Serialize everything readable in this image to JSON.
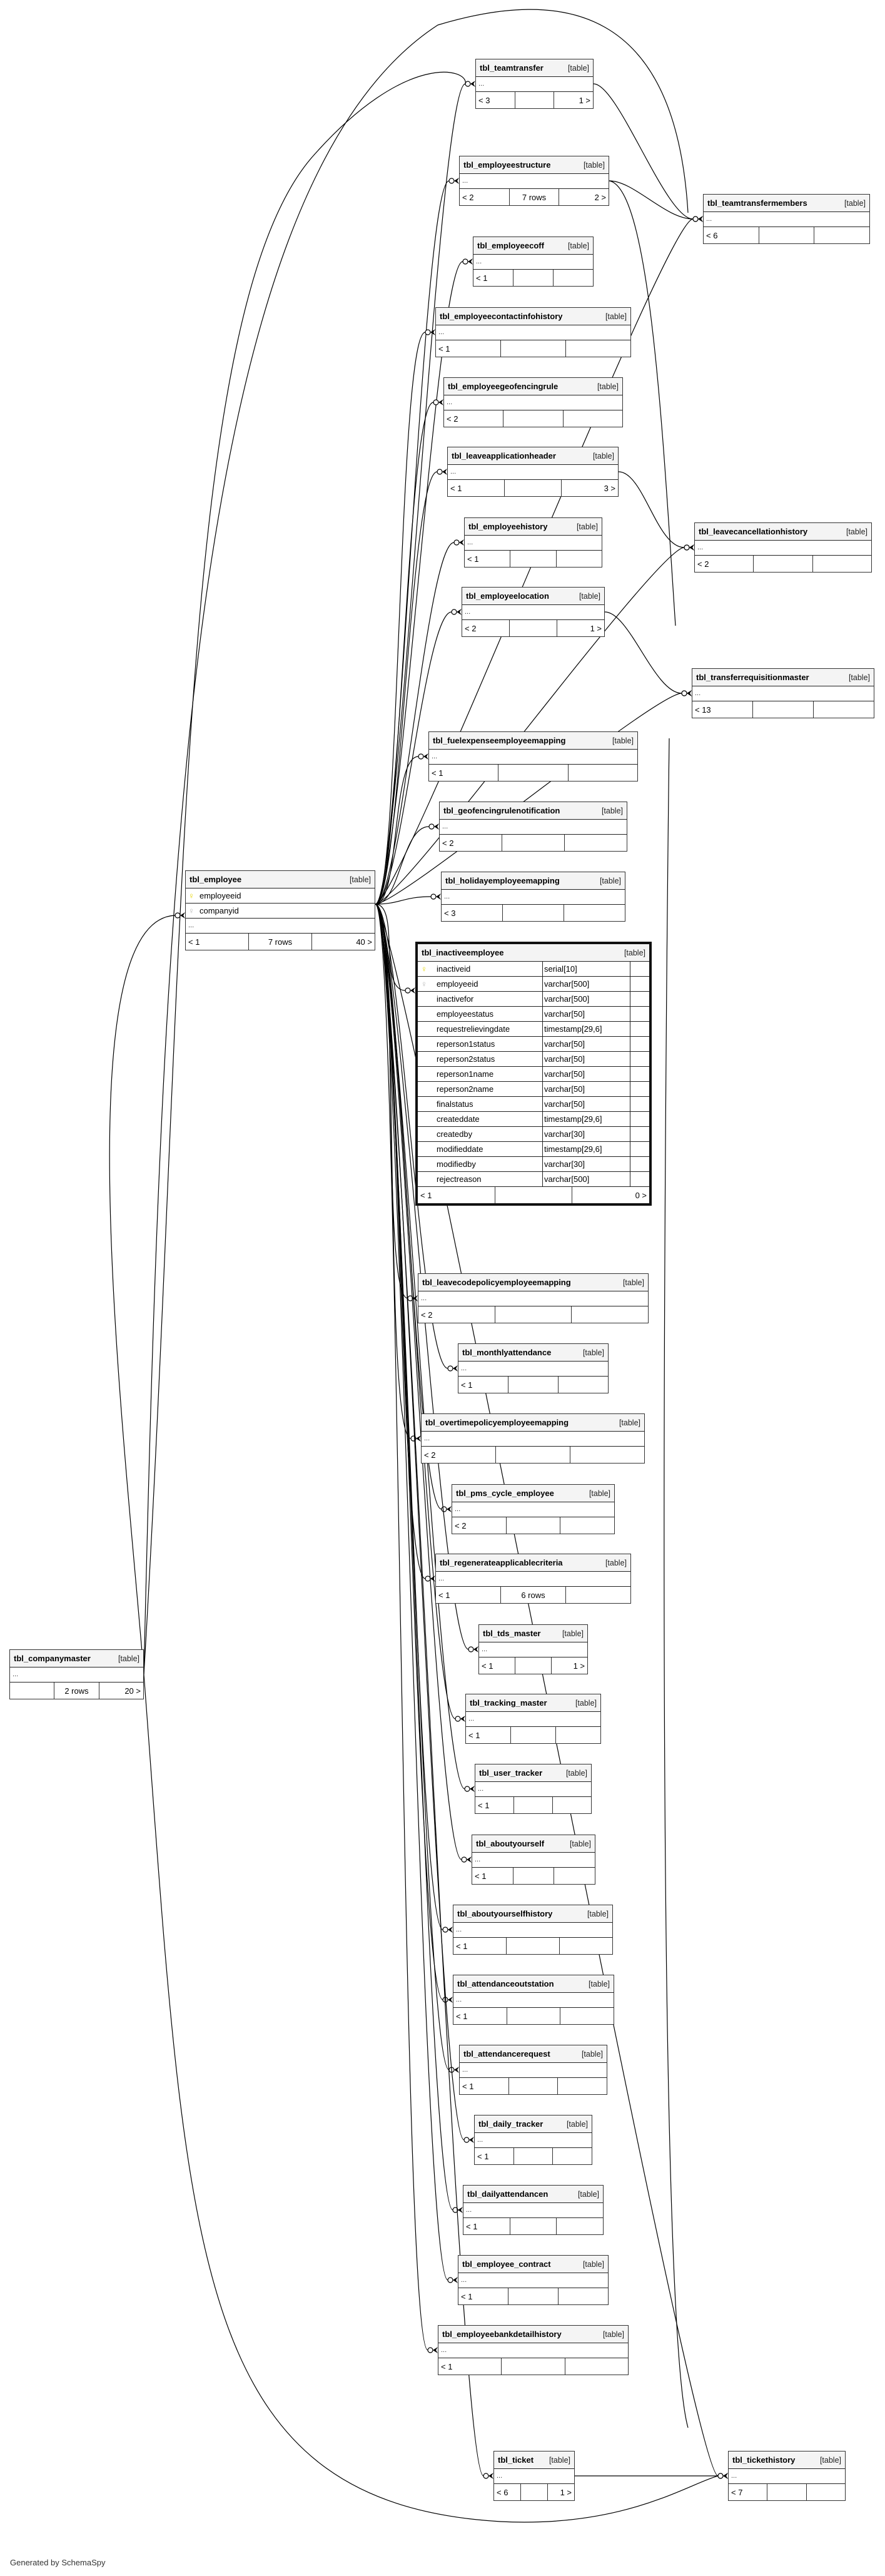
{
  "diagram": {
    "footer": "Generated by SchemaSpy",
    "table_kind_label": "[table]",
    "ellipsis": "...",
    "tables": [
      {
        "id": "tbl_teamtransfer",
        "name": "tbl_teamtransfer",
        "parents": "< 3",
        "rows": "",
        "children": "1 >"
      },
      {
        "id": "tbl_employeestructure",
        "name": "tbl_employeestructure",
        "parents": "< 2",
        "rows": "7 rows",
        "children": "2 >"
      },
      {
        "id": "tbl_teamtransfermembers",
        "name": "tbl_teamtransfermembers",
        "parents": "< 6",
        "rows": "",
        "children": ""
      },
      {
        "id": "tbl_employeecoff",
        "name": "tbl_employeecoff",
        "parents": "< 1",
        "rows": "",
        "children": ""
      },
      {
        "id": "tbl_employeecontactinfohistory",
        "name": "tbl_employeecontactinfohistory",
        "parents": "< 1",
        "rows": "",
        "children": ""
      },
      {
        "id": "tbl_employeegeofencingrule",
        "name": "tbl_employeegeofencingrule",
        "parents": "< 2",
        "rows": "",
        "children": ""
      },
      {
        "id": "tbl_leaveapplicationheader",
        "name": "tbl_leaveapplicationheader",
        "parents": "< 1",
        "rows": "",
        "children": "3 >"
      },
      {
        "id": "tbl_leavecancellationhistory",
        "name": "tbl_leavecancellationhistory",
        "parents": "< 2",
        "rows": "",
        "children": ""
      },
      {
        "id": "tbl_employeehistory",
        "name": "tbl_employeehistory",
        "parents": "< 1",
        "rows": "",
        "children": ""
      },
      {
        "id": "tbl_employeelocation",
        "name": "tbl_employeelocation",
        "parents": "< 2",
        "rows": "",
        "children": "1 >"
      },
      {
        "id": "tbl_transferrequisitionmaster",
        "name": "tbl_transferrequisitionmaster",
        "parents": "< 13",
        "rows": "",
        "children": ""
      },
      {
        "id": "tbl_fuelexpenseemployeemapping",
        "name": "tbl_fuelexpenseemployeemapping",
        "parents": "< 1",
        "rows": "",
        "children": ""
      },
      {
        "id": "tbl_geofencingrulenotification",
        "name": "tbl_geofencingrulenotification",
        "parents": "< 2",
        "rows": "",
        "children": ""
      },
      {
        "id": "tbl_holidayemployeemapping",
        "name": "tbl_holidayemployeemapping",
        "parents": "< 3",
        "rows": "",
        "children": ""
      },
      {
        "id": "tbl_leavecodepolicyemployeemapping",
        "name": "tbl_leavecodepolicyemployeemapping",
        "parents": "< 2",
        "rows": "",
        "children": ""
      },
      {
        "id": "tbl_monthlyattendance",
        "name": "tbl_monthlyattendance",
        "parents": "< 1",
        "rows": "",
        "children": ""
      },
      {
        "id": "tbl_overtimepolicyemployeemapping",
        "name": "tbl_overtimepolicyemployeemapping",
        "parents": "< 2",
        "rows": "",
        "children": ""
      },
      {
        "id": "tbl_pms_cycle_employee",
        "name": "tbl_pms_cycle_employee",
        "parents": "< 2",
        "rows": "",
        "children": ""
      },
      {
        "id": "tbl_regenerateapplicablecriteria",
        "name": "tbl_regenerateapplicablecriteria",
        "parents": "< 1",
        "rows": "6 rows",
        "children": ""
      },
      {
        "id": "tbl_tds_master",
        "name": "tbl_tds_master",
        "parents": "< 1",
        "rows": "",
        "children": "1 >"
      },
      {
        "id": "tbl_tracking_master",
        "name": "tbl_tracking_master",
        "parents": "< 1",
        "rows": "",
        "children": ""
      },
      {
        "id": "tbl_user_tracker",
        "name": "tbl_user_tracker",
        "parents": "< 1",
        "rows": "",
        "children": ""
      },
      {
        "id": "tbl_aboutyourself",
        "name": "tbl_aboutyourself",
        "parents": "< 1",
        "rows": "",
        "children": ""
      },
      {
        "id": "tbl_aboutyourselfhistory",
        "name": "tbl_aboutyourselfhistory",
        "parents": "< 1",
        "rows": "",
        "children": ""
      },
      {
        "id": "tbl_attendanceoutstation",
        "name": "tbl_attendanceoutstation",
        "parents": "< 1",
        "rows": "",
        "children": ""
      },
      {
        "id": "tbl_attendancerequest",
        "name": "tbl_attendancerequest",
        "parents": "< 1",
        "rows": "",
        "children": ""
      },
      {
        "id": "tbl_daily_tracker",
        "name": "tbl_daily_tracker",
        "parents": "< 1",
        "rows": "",
        "children": ""
      },
      {
        "id": "tbl_dailyattendancen",
        "name": "tbl_dailyattendancen",
        "parents": "< 1",
        "rows": "",
        "children": ""
      },
      {
        "id": "tbl_employee_contract",
        "name": "tbl_employee_contract",
        "parents": "< 1",
        "rows": "",
        "children": ""
      },
      {
        "id": "tbl_employeebankdetailhistory",
        "name": "tbl_employeebankdetailhistory",
        "parents": "< 1",
        "rows": "",
        "children": ""
      },
      {
        "id": "tbl_ticket",
        "name": "tbl_ticket",
        "parents": "< 6",
        "rows": "",
        "children": "1 >"
      },
      {
        "id": "tbl_tickethistory",
        "name": "tbl_tickethistory",
        "parents": "< 7",
        "rows": "",
        "children": ""
      },
      {
        "id": "tbl_companymaster",
        "name": "tbl_companymaster",
        "parents": "",
        "rows": "2 rows",
        "children": "20 >"
      }
    ],
    "employee": {
      "name": "tbl_employee",
      "columns": [
        {
          "name": "employeeid",
          "key": "primary-key"
        },
        {
          "name": "companyid",
          "key": "foreign-key"
        }
      ],
      "parents": "< 1",
      "rows": "7 rows",
      "children": "40 >"
    },
    "inactiveemployee": {
      "name": "tbl_inactiveemployee",
      "columns": [
        {
          "name": "inactiveid",
          "type": "serial[10]",
          "key": "primary-key"
        },
        {
          "name": "employeeid",
          "type": "varchar[500]",
          "key": "foreign-key"
        },
        {
          "name": "inactivefor",
          "type": "varchar[500]",
          "key": ""
        },
        {
          "name": "employeestatus",
          "type": "varchar[50]",
          "key": ""
        },
        {
          "name": "requestrelievingdate",
          "type": "timestamp[29,6]",
          "key": ""
        },
        {
          "name": "reperson1status",
          "type": "varchar[50]",
          "key": ""
        },
        {
          "name": "reperson2status",
          "type": "varchar[50]",
          "key": ""
        },
        {
          "name": "reperson1name",
          "type": "varchar[50]",
          "key": ""
        },
        {
          "name": "reperson2name",
          "type": "varchar[50]",
          "key": ""
        },
        {
          "name": "finalstatus",
          "type": "varchar[50]",
          "key": ""
        },
        {
          "name": "createddate",
          "type": "timestamp[29,6]",
          "key": ""
        },
        {
          "name": "createdby",
          "type": "varchar[30]",
          "key": ""
        },
        {
          "name": "modifieddate",
          "type": "timestamp[29,6]",
          "key": ""
        },
        {
          "name": "modifiedby",
          "type": "varchar[30]",
          "key": ""
        },
        {
          "name": "rejectreason",
          "type": "varchar[500]",
          "key": ""
        }
      ],
      "parents": "< 1",
      "rows": "",
      "children": "0 >"
    }
  }
}
